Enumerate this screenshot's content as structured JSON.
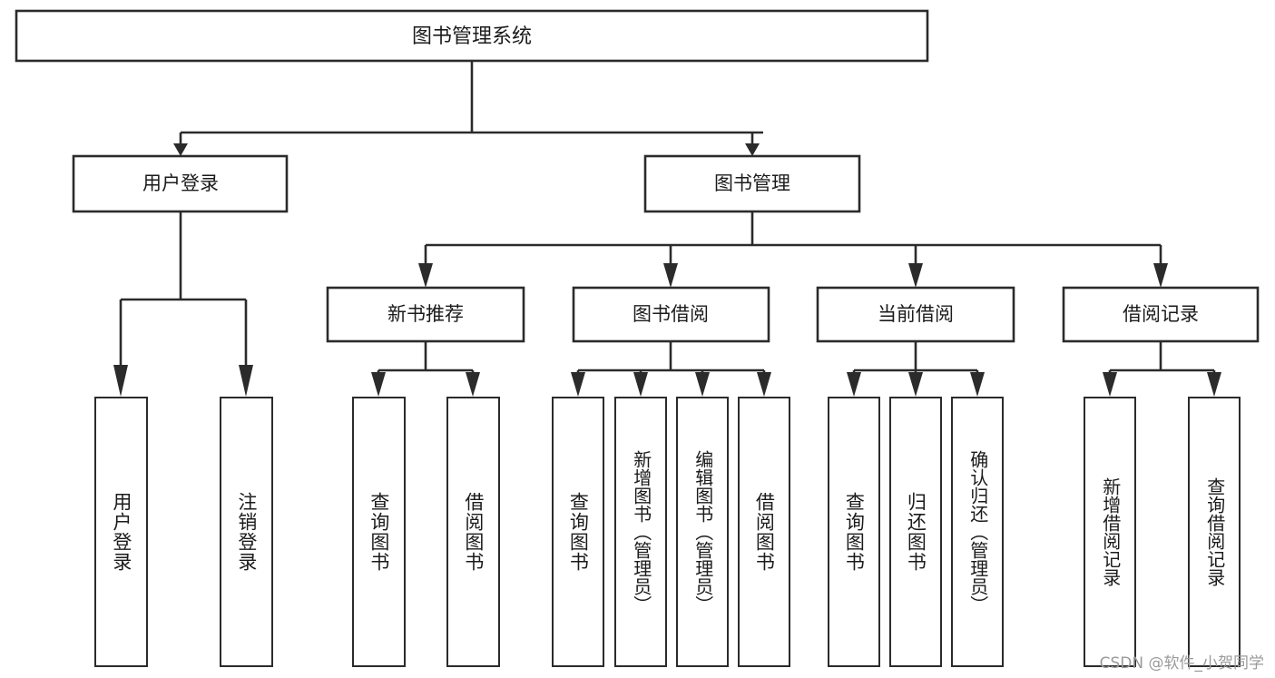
{
  "diagram": {
    "type": "tree-hierarchy-chart",
    "title_node": "图书管理系统",
    "watermark": "CSDN @软件_小贺同学",
    "colors": {
      "stroke": "#2b2b2b",
      "background": "#ffffff",
      "text": "#1b1b1b",
      "watermark": "#9a9a9a"
    },
    "levels": {
      "level1": [
        "图书管理系统"
      ],
      "level2": [
        "用户登录",
        "图书管理"
      ],
      "level3": [
        "新书推荐",
        "图书借阅",
        "当前借阅",
        "借阅记录"
      ],
      "level4": [
        "用户登录",
        "注销登录",
        "查询图书",
        "借阅图书",
        "查询图书",
        "新增图书（管理员）",
        "编辑图书（管理员）",
        "借阅图书",
        "查询图书",
        "归还图书",
        "确认归还（管理员）",
        "新增借阅记录",
        "查询借阅记录"
      ]
    },
    "nodes": {
      "root": {
        "label": "图书管理系统"
      },
      "user_login": {
        "label": "用户登录"
      },
      "book_manage": {
        "label": "图书管理"
      },
      "new_book_rec": {
        "label": "新书推荐"
      },
      "book_borrow": {
        "label": "图书借阅"
      },
      "current_borrow": {
        "label": "当前借阅"
      },
      "borrow_record": {
        "label": "借阅记录"
      }
    },
    "leaves": {
      "user_login_1": {
        "label": "用户登录"
      },
      "user_login_2": {
        "label": "注销登录"
      },
      "new_book_1": {
        "label": "查询图书"
      },
      "new_book_2": {
        "label": "借阅图书"
      },
      "borrow_1": {
        "label": "查询图书"
      },
      "borrow_2": {
        "label": "新增图书（管理员）"
      },
      "borrow_3": {
        "label": "编辑图书（管理员）"
      },
      "borrow_4": {
        "label": "借阅图书"
      },
      "current_1": {
        "label": "查询图书"
      },
      "current_2": {
        "label": "归还图书"
      },
      "current_3": {
        "label": "确认归还（管理员）"
      },
      "record_1": {
        "label": "新增借阅记录"
      },
      "record_2": {
        "label": "查询借阅记录"
      }
    }
  }
}
